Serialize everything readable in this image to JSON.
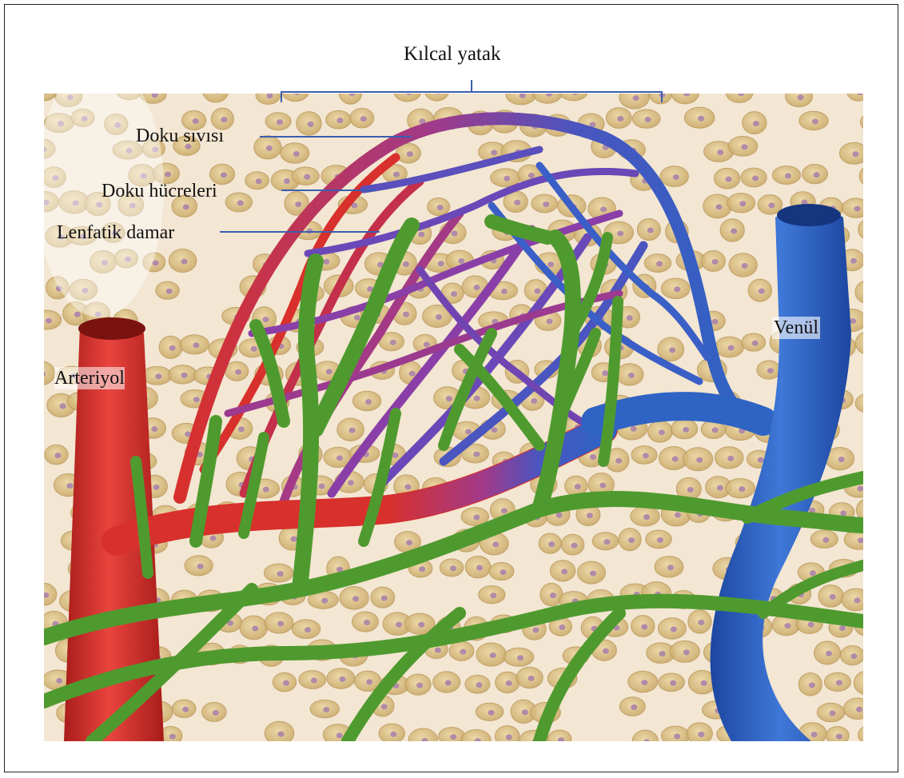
{
  "title": "Kılcal yatak",
  "labels": {
    "doku_sivisi": "Doku sıvısı",
    "doku_hucreleri": "Doku hücreleri",
    "lenfatik_damar": "Lenfatik damar",
    "arteriyol": "Arteriyol",
    "venul": "Venül"
  },
  "colors": {
    "background_tissue": "#f3e6d2",
    "cell_fill": "#dcc187",
    "cell_nucleus": "#b08aa8",
    "artery": "#d8302c",
    "vein": "#2f63c4",
    "capillary_mix": "#8a3fa8",
    "lymphatic": "#4f9a2f",
    "pointer_line": "#3a5fb0"
  }
}
